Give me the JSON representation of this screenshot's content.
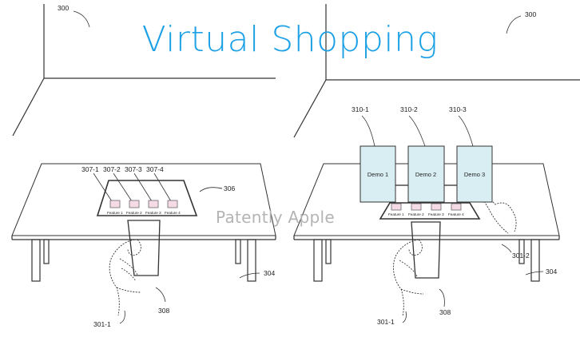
{
  "title": "Virtual Shopping",
  "watermark": "Patently Apple",
  "left_panel": {
    "room_ref": "300",
    "table_ref": "304",
    "tray_ref": "306",
    "feature_refs": [
      "307-1",
      "307-2",
      "307-3",
      "307-4"
    ],
    "features": [
      "Feature 1",
      "Feature 2",
      "Feature 3",
      "Feature 4"
    ],
    "phone_ref": "308",
    "hand_ref": "301-1"
  },
  "right_panel": {
    "room_ref": "300",
    "table_ref": "304",
    "demo_refs": [
      "310-1",
      "310-2",
      "310-3"
    ],
    "demos": [
      "Demo 1",
      "Demo 2",
      "Demo 3"
    ],
    "features": [
      "Feature 1",
      "Feature 2",
      "Feature 3",
      "Feature 4"
    ],
    "phone_ref": "308",
    "hand_ref": "301-1",
    "pointing_hand_ref": "301-2"
  },
  "colors": {
    "title": "#1da1e6",
    "demo_fill": "#d8eef3",
    "feature_fill": "#f4dbe6",
    "line": "#333333"
  }
}
